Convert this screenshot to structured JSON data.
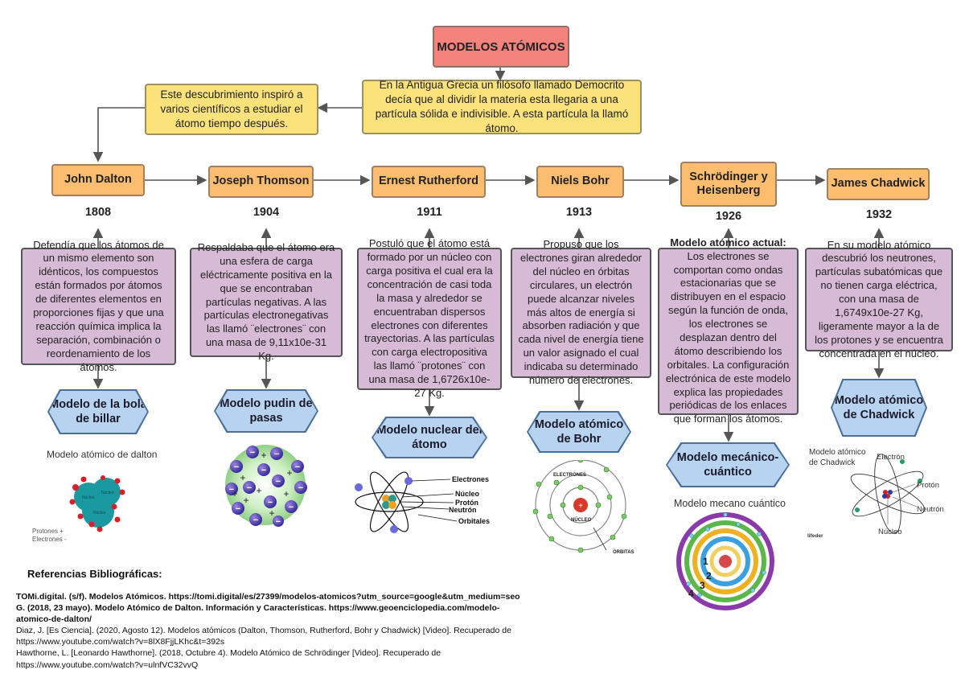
{
  "title": "MODELOS ATÓMICOS",
  "intro": {
    "democrito": "En la Antigua Grecia un filósofo llamado Democrito decía que al dividir la materia esta llegaria a una partícula sólida e indivisible. A esta partícula la llamó átomo.",
    "inspiration": "Este descubrimiento inspiró a varios científicos a estudiar el átomo tiempo después."
  },
  "scientists": [
    {
      "name": "John Dalton",
      "year": "1808",
      "description": "Defendía que los átomos de un mismo elemento son idénticos, los compuestos están formados por átomos de diferentes elementos en proporciones fijas y que una reacción química implica la separación, combinación o reordenamiento de los átomos.",
      "model": "Modelo de la bola de billar"
    },
    {
      "name": "Joseph Thomson",
      "year": "1904",
      "description": "Respaldaba que el átomo era una esfera de carga eléctricamente positiva en la que se encontraban partículas negativas. A las partículas electronegativas las llamó ¨electrones¨ con una masa de 9,11x10e-31 Kg.",
      "model": "Modelo pudin de pasas"
    },
    {
      "name": "Ernest Rutherford",
      "year": "1911",
      "description": "Postuló que el átomo está formado por un núcleo con carga positiva el cual era la concentración de casi toda la masa y alrededor se encuentraban dispersos electrones con diferentes trayectorias. A las partículas con carga electropositiva las llamó ¨protones¨ con una masa de 1,6726x10e-27 Kg.",
      "model": "Modelo nuclear del átomo"
    },
    {
      "name": "Niels Bohr",
      "year": "1913",
      "description": "Propuso que los electrones giran alrededor del núcleo en órbitas circulares, un electrón puede alcanzar niveles más altos de energía si absorben radiación y que cada nivel de energía tiene un valor asignado el cual indicaba su determinado número de electrones.",
      "model": "Modelo atómico de Bohr"
    },
    {
      "name": "Schrödinger y Heisenberg",
      "year": "1926",
      "description_bold": "Modelo atómico actual:",
      "description": " Los electrones se comportan como ondas estacionarias que se distribuyen en el espacio según la función de onda, los electrones se desplazan dentro del átomo describiendo los orbitales. La configuración electrónica de este modelo explica las propiedades periódicas de los enlaces que forman los átomos.",
      "model": "Modelo mecánico-cuántico"
    },
    {
      "name": "James Chadwick",
      "year": "1932",
      "description": "En su modelo atómico descubrió los neutrones, partículas subatómicas que no tienen carga eléctrica, con una masa de 1,6749x10e-27 Kg, ligeramente mayor a la de los protones y se encuentra concentrada en el núcleo.",
      "model": "Modelo atómico de Chadwick"
    }
  ],
  "images": {
    "dalton": {
      "caption": "Modelo atómico de dalton",
      "legend_protons": "Protones  +",
      "legend_electrons": "Electrones  -",
      "label_a": "Núcleo",
      "label_b": "Núcleo",
      "label_c": "Núcleo"
    },
    "rutherford": {
      "electrons": "Electrones",
      "nucleus": "Núcleo",
      "proton": "Protón",
      "neutron": "Neutrón",
      "orbitals": "Orbitales"
    },
    "bohr": {
      "electrons": "ELECTRONES",
      "nucleus": "NÚCLEO",
      "orbits": "ÓRBITAS"
    },
    "quantum": {
      "caption": "Modelo mecano cuántico",
      "n1": "1",
      "n2": "2",
      "n3": "3",
      "n4": "4"
    },
    "chadwick": {
      "caption_line1": "Modelo atómico",
      "caption_line2": "de Chadwick",
      "electron": "Electrón",
      "proton": "Protón",
      "neutron": "Neutrón",
      "nucleus": "Núcleo",
      "watermark": "lifeder"
    }
  },
  "references": {
    "title": "Referencias Bibliográficas:",
    "items": [
      "TOMi.digital. (s/f). Modelos Atómicos. https://tomi.digital/es/27399/modelos-atomicos?utm_source=google&utm_medium=seo",
      "G. (2018, 23 mayo). Modelo Atómico de Dalton. Información y Características. https://www.geoenciclopedia.com/modelo-atomico-de-dalton/",
      "Diaz, J. [Es Ciencia]. (2020, Agosto 12). Modelos atómicos (Dalton, Thomson, Rutherford, Bohr y Chadwick) [Video]. Recuperado de https://www.youtube.com/watch?v=8lX8FjjLKhc&t=392s",
      "Hawthorne, L. [Leonardo Hawthorne]. (2018, Octubre 4). Modelo Atómico de Schrödinger [Video]. Recuperado de https://www.youtube.com/watch?v=ulnfVC32vvQ"
    ]
  },
  "colors": {
    "title": "#f4837d",
    "intro": "#fbe27a",
    "scientist": "#fdbd6e",
    "description": "#d6bad6",
    "model": "#b8d3f0"
  }
}
